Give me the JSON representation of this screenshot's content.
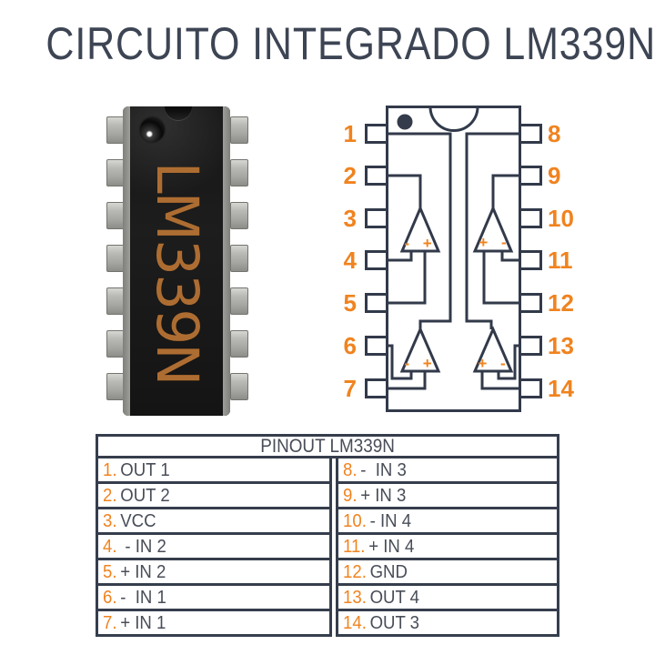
{
  "title": "CIRCUITO INTEGRADO LM339N",
  "chip_photo": {
    "marking": "LM339N",
    "package": "DIP-14"
  },
  "pinout_diagram": {
    "left_pins": [
      "1",
      "2",
      "3",
      "4",
      "5",
      "6",
      "7"
    ],
    "right_pins": [
      "8",
      "9",
      "10",
      "11",
      "12",
      "13",
      "14"
    ],
    "comparators": [
      {
        "position": "top-left",
        "inputs": "- +"
      },
      {
        "position": "top-right",
        "inputs": "+ -"
      },
      {
        "position": "bottom-left",
        "inputs": "- +"
      },
      {
        "position": "bottom-right",
        "inputs": "+ -"
      }
    ]
  },
  "pinout_table": {
    "header": "PINOUT LM339N",
    "left_rows": [
      {
        "num": "1.",
        "label": "OUT 1"
      },
      {
        "num": "2.",
        "label": "OUT 2"
      },
      {
        "num": "3.",
        "label": "VCC"
      },
      {
        "num": "4.",
        "label": " - IN 2"
      },
      {
        "num": "5.",
        "label": "+ IN 2"
      },
      {
        "num": "6.",
        "label": "-  IN 1"
      },
      {
        "num": "7.",
        "label": "+ IN 1"
      }
    ],
    "right_rows": [
      {
        "num": "8.",
        "label": "-  IN 3"
      },
      {
        "num": "9.",
        "label": "+ IN 3"
      },
      {
        "num": "10.",
        "label": "- IN 4"
      },
      {
        "num": "11.",
        "label": "+ IN 4"
      },
      {
        "num": "12.",
        "label": "GND"
      },
      {
        "num": "13.",
        "label": "OUT 4"
      },
      {
        "num": "14.",
        "label": "OUT 3"
      }
    ]
  },
  "colors": {
    "accent_orange": "#f0831f",
    "line_dark": "#323a4a",
    "text_dark": "#484d58",
    "chip_marking_copper": "#ad6d32"
  }
}
